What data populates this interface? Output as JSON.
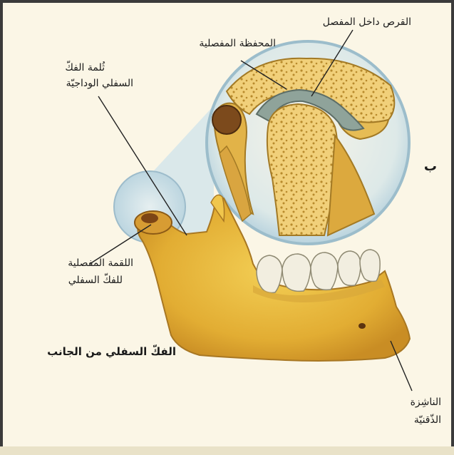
{
  "labels": {
    "disc": "القرص داخل المفصل",
    "fossa": "المحفظة المفصلية",
    "coronoid_line1": "ثُلمة الفكّ",
    "coronoid_line2": "السفلي الوداجيّة",
    "condyle_line1": "اللقمة المفصلية",
    "condyle_line2": "للفكّ السفلي",
    "chin_line1": "الناشِزة",
    "chin_line2": "الذّقنيّة",
    "panel_letter": "ب",
    "caption": "الفكّ السفلي من الجانب"
  },
  "colors": {
    "bone": "#e8b93a",
    "bone_dark": "#c9922a",
    "magnifier": "#cfe3ea",
    "cartilage": "#8fa39a",
    "tooth": "#f2eee0"
  }
}
